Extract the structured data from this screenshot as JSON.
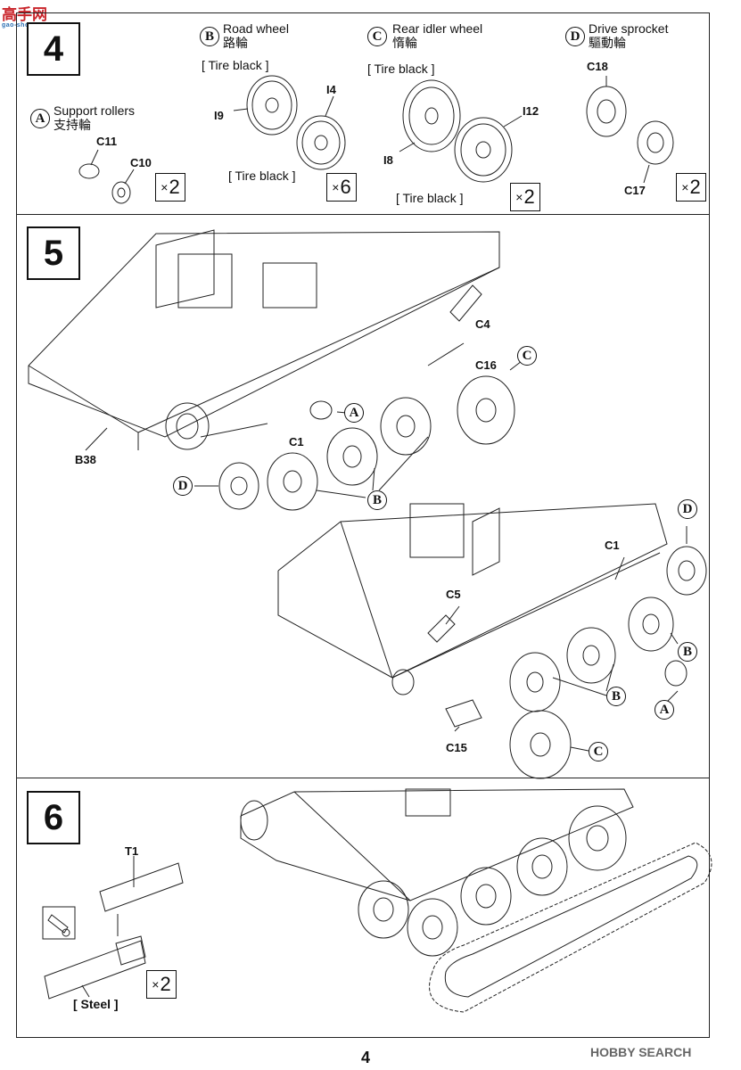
{
  "watermark": {
    "top_logo": "高手网",
    "top_logo_sub": "gao-shou.com",
    "bottom_logo": "HOBBY SEARCH"
  },
  "page_number": "4",
  "steps": [
    {
      "number": "4"
    },
    {
      "number": "5"
    },
    {
      "number": "6"
    }
  ],
  "step4": {
    "A": {
      "letter": "A",
      "label_en": "Support rollers",
      "label_cn": "支持輪",
      "parts": [
        "C11",
        "C10"
      ],
      "mult_x": "×",
      "mult_n": "2"
    },
    "B": {
      "letter": "B",
      "label_en": "Road wheel",
      "label_cn": "路輪",
      "parts": [
        "I9",
        "I4"
      ],
      "note_top": "[ Tire black ]",
      "note_bottom": "[ Tire black ]",
      "mult_x": "×",
      "mult_n": "6"
    },
    "C": {
      "letter": "C",
      "label_en": "Rear idler wheel",
      "label_cn": "惰輪",
      "parts": [
        "I8",
        "I12"
      ],
      "note_top": "[ Tire black ]",
      "note_bottom": "[ Tire black ]",
      "mult_x": "×",
      "mult_n": "2"
    },
    "D": {
      "letter": "D",
      "label_en": "Drive sprocket",
      "label_cn": "驅動輪",
      "parts": [
        "C18",
        "C17"
      ],
      "mult_x": "×",
      "mult_n": "2"
    }
  },
  "step5": {
    "upper": {
      "parts": [
        "C4",
        "C16",
        "C1",
        "B38"
      ],
      "callouts": [
        "C",
        "A",
        "D",
        "B"
      ]
    },
    "lower": {
      "parts": [
        "C1",
        "C5",
        "C15"
      ],
      "callouts": [
        "D",
        "B",
        "B",
        "A",
        "C"
      ]
    }
  },
  "step6": {
    "part": "T1",
    "note": "[ Steel ]",
    "mult_x": "×",
    "mult_n": "2"
  },
  "icon": "glue-brush-icon"
}
